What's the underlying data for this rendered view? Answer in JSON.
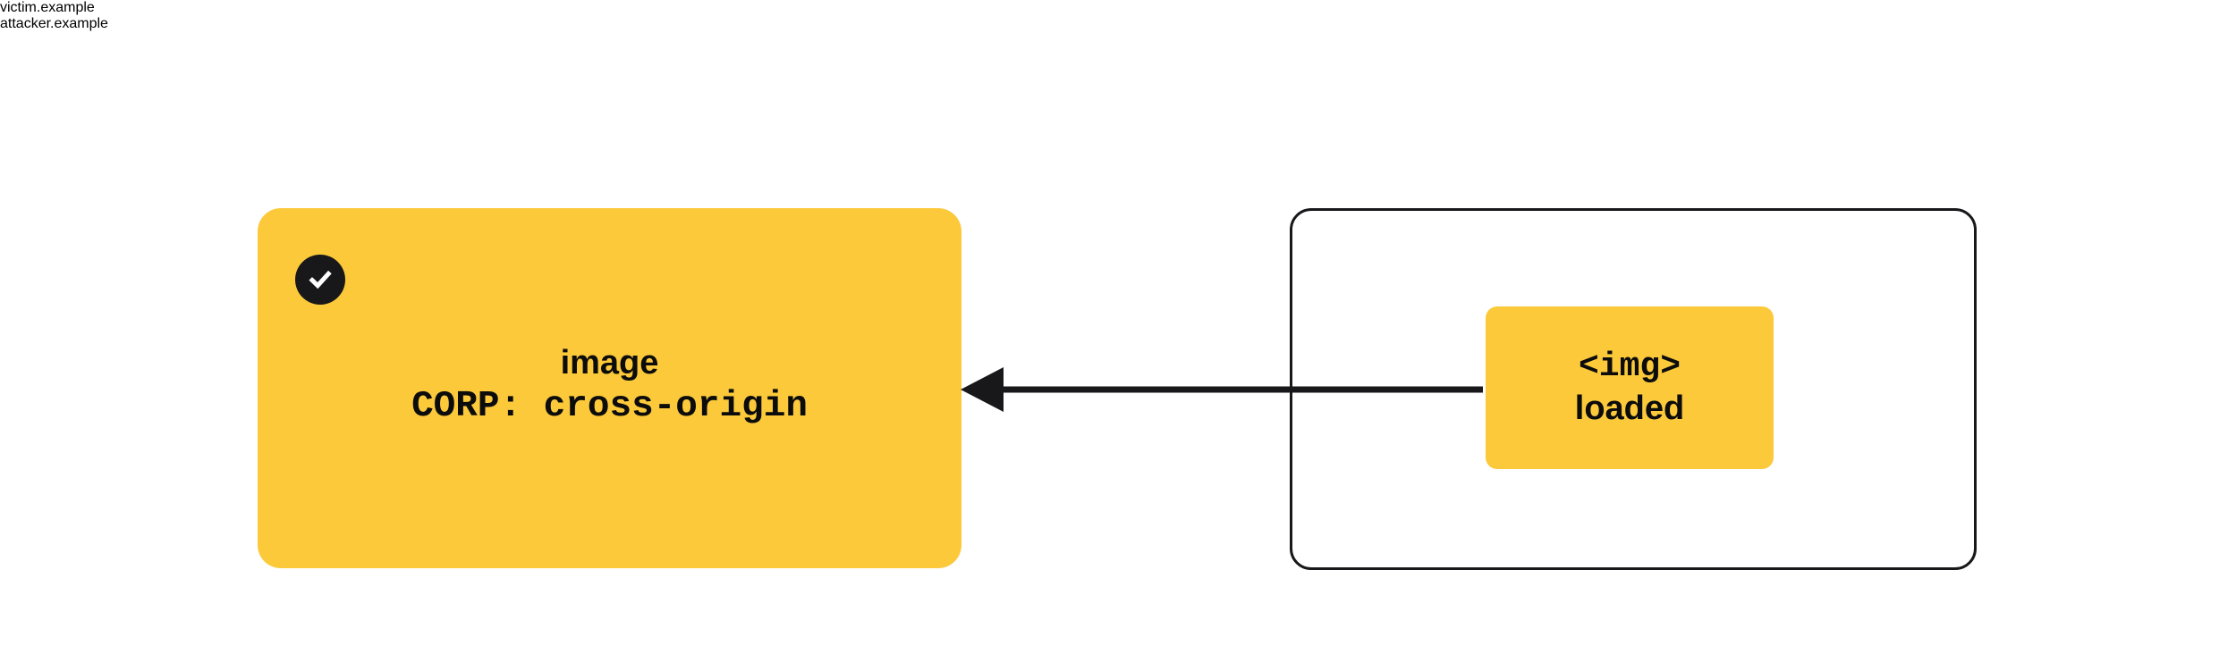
{
  "diagram": {
    "background_color": "#ffffff",
    "accent_color": "#fbc93a",
    "ink_color": "#18181b",
    "victim": {
      "label": "victim.example",
      "badge_icon": "check-circle-icon",
      "resource_name": "image",
      "header": "CORP: cross-origin"
    },
    "attacker": {
      "label": "attacker.example",
      "element_tag": "<img>",
      "status": "loaded"
    },
    "arrow": {
      "icon": "arrow-left-icon",
      "direction": "right-to-left",
      "from": "attacker.example",
      "to": "victim.example"
    }
  }
}
